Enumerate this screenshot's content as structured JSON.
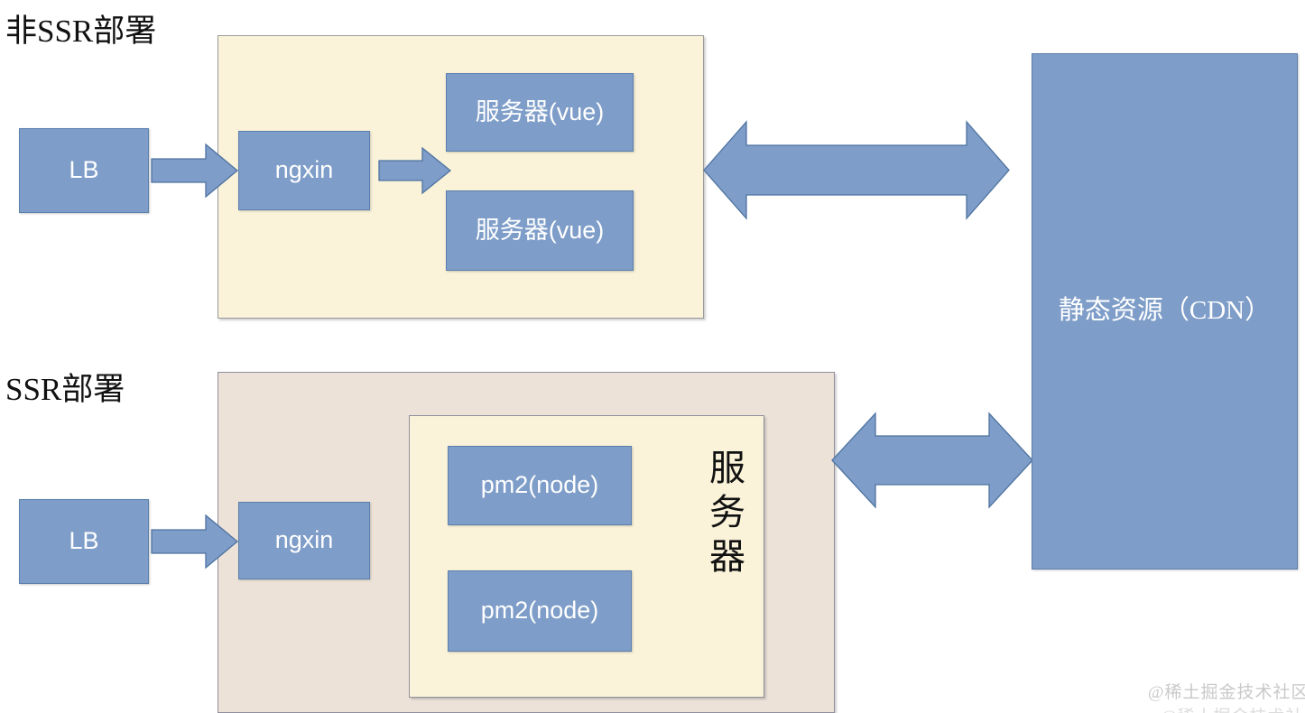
{
  "diagram": {
    "sections": [
      {
        "title": "非SSR部署",
        "nodes": {
          "lb": "LB",
          "nginx": "ngxin",
          "servers": [
            "服务器(vue)",
            "服务器(vue)"
          ]
        }
      },
      {
        "title": "SSR部署",
        "nodes": {
          "lb": "LB",
          "nginx": "ngxin",
          "servers": [
            "pm2(node)",
            "pm2(node)"
          ],
          "server_group_label": "服务器",
          "server_group_label_chars": [
            "服",
            "务",
            "器"
          ]
        }
      }
    ],
    "cdn": {
      "label": "静态资源（CDN）"
    },
    "arrows": [
      {
        "name": "lb-to-nginx-nonssr",
        "type": "single-right"
      },
      {
        "name": "nginx-to-vue",
        "type": "single-right"
      },
      {
        "name": "nonssr-to-cdn",
        "type": "double"
      },
      {
        "name": "lb-to-nginx-ssr",
        "type": "single-right"
      },
      {
        "name": "ssr-to-cdn",
        "type": "double"
      }
    ],
    "colors": {
      "node_fill": "#7e9dc8",
      "node_border": "#5b80ad",
      "node_text": "#ffffff",
      "nonssr_container_fill": "#faf3d9",
      "ssr_container_fill": "#ece2d8",
      "container_border": "#9a9a9a",
      "arrow_fill": "#7e9dc8",
      "arrow_border": "#4f73a1",
      "title_text": "#111111",
      "background": "#ffffff",
      "watermark_text": "#c9c9c9"
    }
  },
  "watermark": {
    "line1": "@稀土掘金技术社区",
    "line2": "@稀土掘金技术社区"
  }
}
